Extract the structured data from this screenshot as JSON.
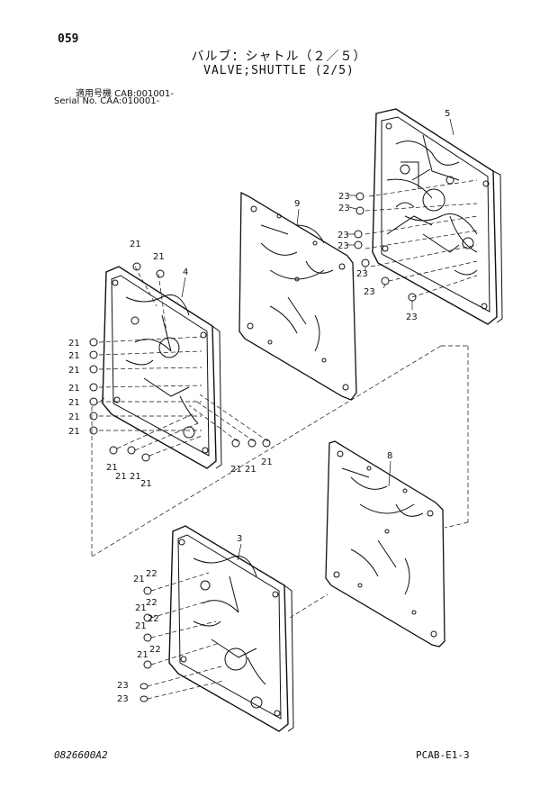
{
  "header": {
    "page_number": "059",
    "title_jp": "バルブ：シャトル（２／５）",
    "title_en": "VALVE;SHUTTLE (2/5)",
    "serial_line1": "適用号機 CAB:001001-",
    "serial_line2": "Serial No. CAA:010001-"
  },
  "footer": {
    "drawing_number": "0826600A2",
    "page_code": "PCAB-E1-3"
  },
  "callouts": {
    "part_3": "3",
    "part_4": "4",
    "part_5": "5",
    "part_8": "8",
    "part_9": "9",
    "part_21": "21",
    "part_22": "22",
    "part_23": "23"
  }
}
